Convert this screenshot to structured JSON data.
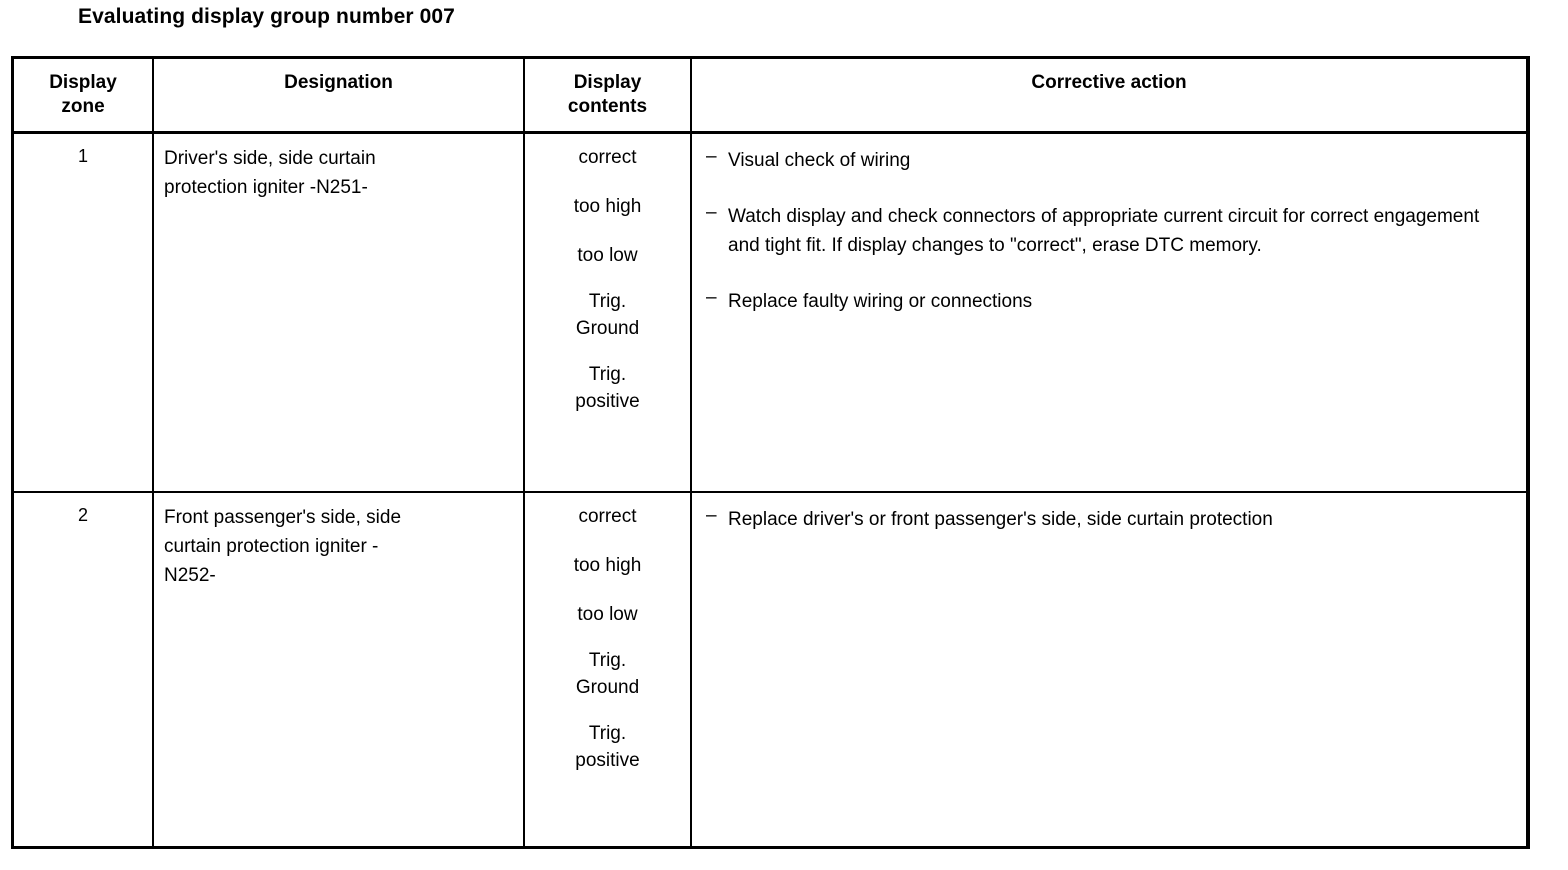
{
  "page": {
    "title": "Evaluating display group number 007"
  },
  "table": {
    "columns": [
      {
        "id": "display-zone",
        "label": "Display\nzone",
        "line1": "Display",
        "line2": "zone"
      },
      {
        "id": "designation",
        "label": "Designation",
        "line1": "Designation",
        "line2": ""
      },
      {
        "id": "display-contents",
        "label": "Display\ncontents",
        "line1": "Display",
        "line2": "contents"
      },
      {
        "id": "corrective-action",
        "label": "Corrective action",
        "line1": "Corrective action",
        "line2": ""
      }
    ],
    "rows": [
      {
        "zone": "1",
        "designation": "Driver's side, side curtain protection igniter -N251-",
        "designation_lines": [
          "Driver's side, side curtain",
          "protection igniter -N251-"
        ],
        "display_contents": [
          "correct",
          "too high",
          "too low",
          "Trig.\nGround",
          "Trig.\npositive"
        ],
        "display_contents_lines": [
          [
            "correct"
          ],
          [
            "too high"
          ],
          [
            "too low"
          ],
          [
            "Trig.",
            "Ground"
          ],
          [
            "Trig.",
            "positive"
          ]
        ],
        "corrective_actions": [
          "Visual check of wiring",
          "Watch display and check connectors of appropriate current circuit for correct engagement and tight fit. If display changes to \"correct\", erase DTC memory.",
          "Replace faulty wiring or connections"
        ],
        "bullet": "–"
      },
      {
        "zone": "2",
        "designation": "Front passenger's side, side curtain protection igniter -N252-",
        "designation_lines": [
          "Front passenger's side, side",
          "curtain protection igniter -",
          "N252-"
        ],
        "display_contents": [
          "correct",
          "too high",
          "too low",
          "Trig.\nGround",
          "Trig.\npositive"
        ],
        "display_contents_lines": [
          [
            "correct"
          ],
          [
            "too high"
          ],
          [
            "too low"
          ],
          [
            "Trig.",
            "Ground"
          ],
          [
            "Trig.",
            "positive"
          ]
        ],
        "corrective_actions": [
          "Replace driver's or front passenger's side, side curtain protection"
        ],
        "bullet": "–"
      }
    ]
  },
  "colors": {
    "text": "#000000",
    "background": "#ffffff",
    "border": "#000000"
  }
}
